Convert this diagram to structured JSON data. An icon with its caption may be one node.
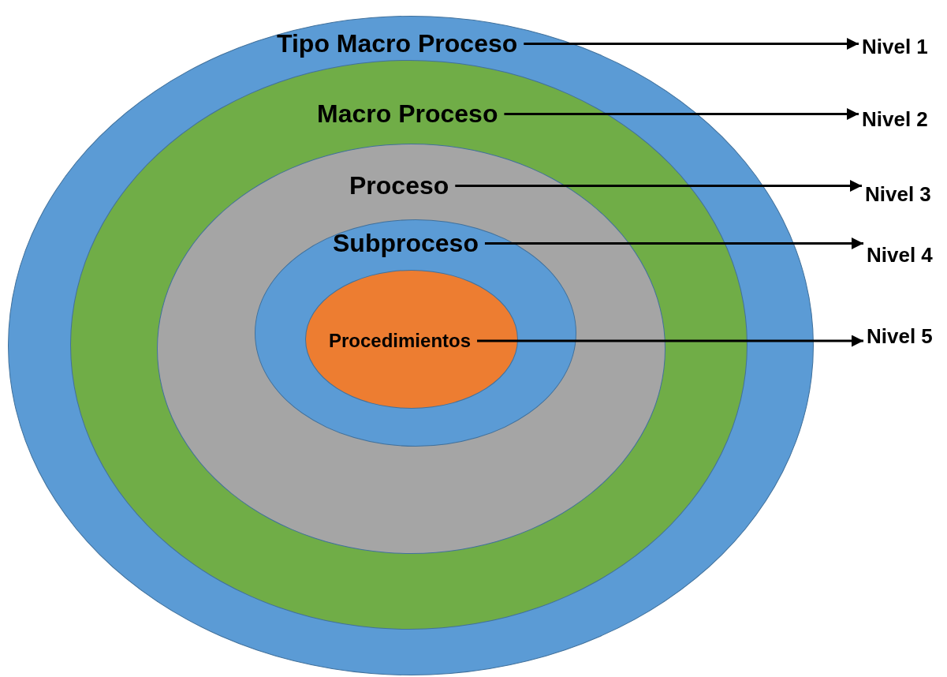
{
  "diagram": {
    "nodes": [
      {
        "text": [
          "Tipo Macro Proceso"
        ]
      },
      {
        "text": [
          "Macro Proceso"
        ],
        "in": 0
      },
      {
        "text": [
          "Proceso"
        ],
        "in": 1
      },
      {
        "text": [
          "Subproceso"
        ],
        "in": 2
      },
      {
        "text": [
          "Procedimientos"
        ],
        "in": 3
      },
      {
        "text": [
          "Nivel 1"
        ]
      },
      {
        "text": [
          "Nivel 2"
        ]
      },
      {
        "text": [
          "Nivel 3"
        ]
      },
      {
        "text": [
          "Nivel 4"
        ]
      },
      {
        "text": [
          "Nivel 5"
        ]
      }
    ],
    "edges": [
      {
        "from": 0,
        "to": 5,
        "arrow": "to"
      },
      {
        "from": 1,
        "to": 6,
        "arrow": "to"
      },
      {
        "from": 2,
        "to": 7,
        "arrow": "to"
      },
      {
        "from": 3,
        "to": 8,
        "arrow": "to"
      },
      {
        "from": 4,
        "to": 9,
        "arrow": "to"
      }
    ]
  }
}
